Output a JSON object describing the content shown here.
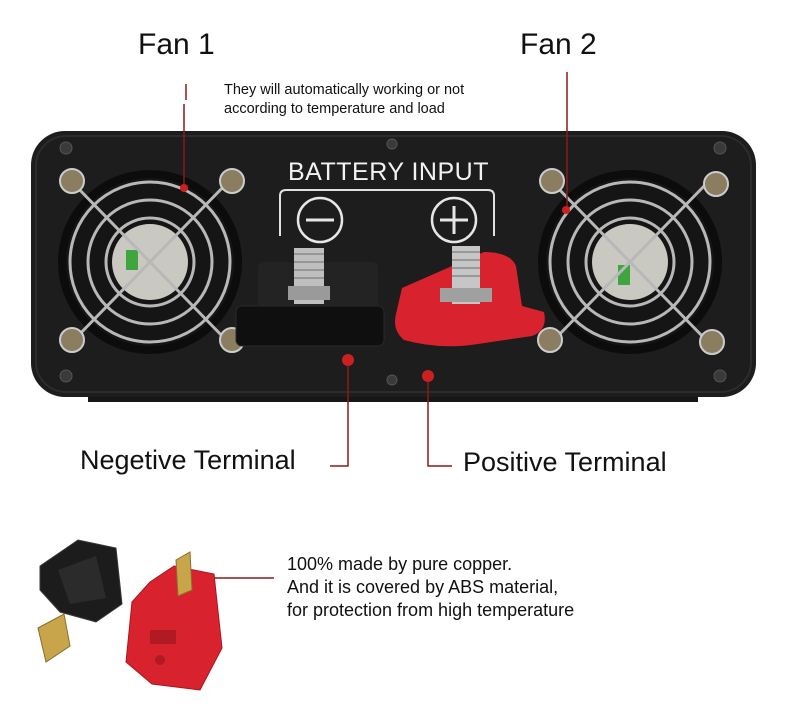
{
  "labels": {
    "fan1": "Fan 1",
    "fan2": "Fan 2",
    "fan_note_line1": "They will automatically working or not",
    "fan_note_line2": "according to temperature and load",
    "battery_input": "BATTERY INPUT",
    "negative_terminal": "Negetive Terminal",
    "positive_terminal": "Positive Terminal",
    "copper_line1": "100% made by pure copper.",
    "copper_line2": "And it is covered by ABS material,",
    "copper_line3": "for protection from high temperature"
  },
  "colors": {
    "panel": "#1d1d1d",
    "leader_line": "#8b1a1a",
    "positive_cap": "#d8232e",
    "negative_cap": "#1a1a1a"
  },
  "icons": [
    "minus-symbol-icon",
    "plus-symbol-icon",
    "fan-grille-icon"
  ]
}
